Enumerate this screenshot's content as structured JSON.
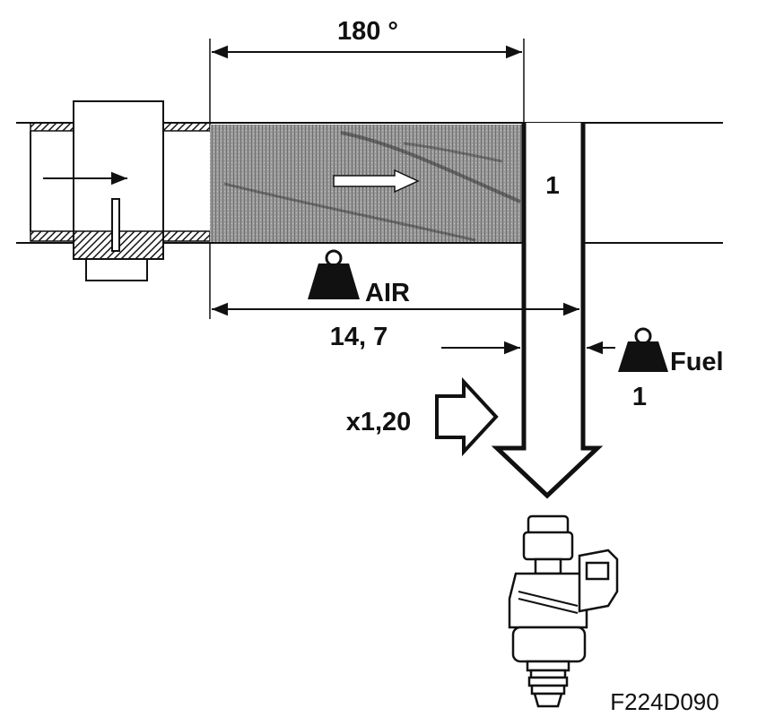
{
  "labels": {
    "crank_angle": "180 °",
    "air": "AIR",
    "air_ratio": "14, 7",
    "fuel": "Fuel",
    "fuel_ratio": "1",
    "fuel_column_number": "1",
    "enrichment_factor": "x1,20",
    "figure_code": "F224D090"
  },
  "icons": [
    "weight-icon",
    "arrow-right-icon",
    "arrow-down-icon",
    "injector-icon"
  ],
  "colors": {
    "ink": "#111111",
    "fill": "#ffffff"
  }
}
